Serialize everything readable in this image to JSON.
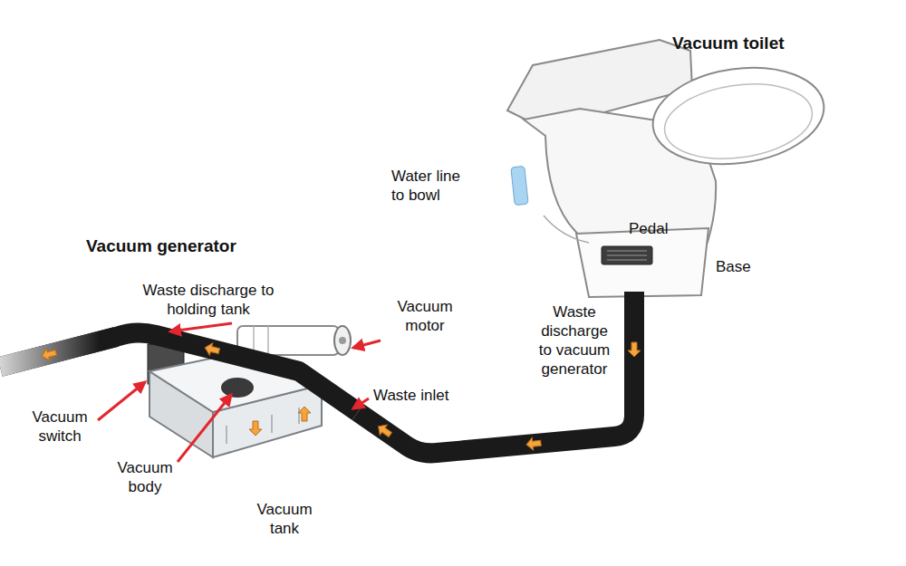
{
  "diagram": {
    "labels": [
      "Vacuum toilet",
      "Vacuum generator",
      "Water line to bowl",
      "Pedal",
      "Base",
      "Waste discharge to holding tank",
      "Vacuum motor",
      "Waste discharge to vacuum generator",
      "Waste inlet",
      "Vacuum switch",
      "Vacuum body",
      "Vacuum tank"
    ]
  }
}
